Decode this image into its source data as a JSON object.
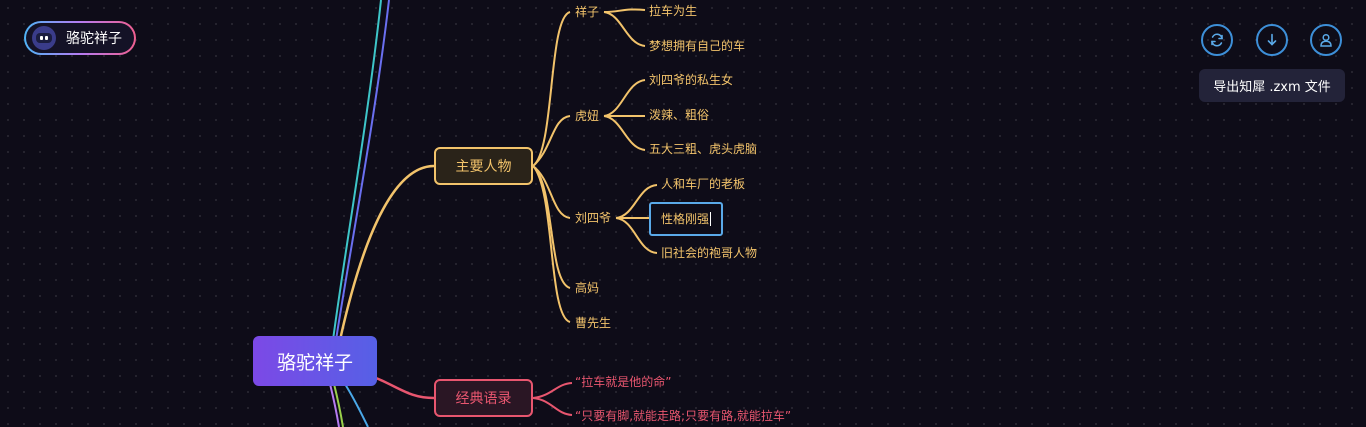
{
  "file": {
    "name": "骆驼祥子",
    "icon": "robot-avatar-icon"
  },
  "toolbar": {
    "buttons": [
      {
        "id": "refresh",
        "icon": "refresh-icon"
      },
      {
        "id": "download",
        "icon": "download-icon"
      },
      {
        "id": "user",
        "icon": "user-icon"
      }
    ],
    "tooltip": "导出知犀 .zxm 文件"
  },
  "colors": {
    "background": "#0e0c18",
    "gold": "#f2c36b",
    "pink": "#e8566f",
    "accent_blue": "#3d8fd8",
    "root_gradient": [
      "#7c49e6",
      "#5660e6"
    ]
  },
  "mindmap": {
    "root": "骆驼祥子",
    "branches": {
      "people": {
        "label": "主要人物",
        "children": {
          "xiangzi": {
            "label": "祥子",
            "children": [
              "拉车为生",
              "梦想拥有自己的车"
            ]
          },
          "huniu": {
            "label": "虎妞",
            "children": [
              "刘四爷的私生女",
              "泼辣、粗俗",
              "五大三粗、虎头虎脑"
            ]
          },
          "liusiye": {
            "label": "刘四爷",
            "children": [
              "人和车厂的老板",
              "性格刚强",
              "旧社会的袍哥人物"
            ]
          },
          "gaoma": {
            "label": "高妈"
          },
          "caoxiansheng": {
            "label": "曹先生"
          }
        }
      },
      "quotes": {
        "label": "经典语录",
        "children": [
          "“拉车就是他的命”",
          "“只要有脚,就能走路;只要有路,就能拉车”"
        ]
      }
    }
  }
}
